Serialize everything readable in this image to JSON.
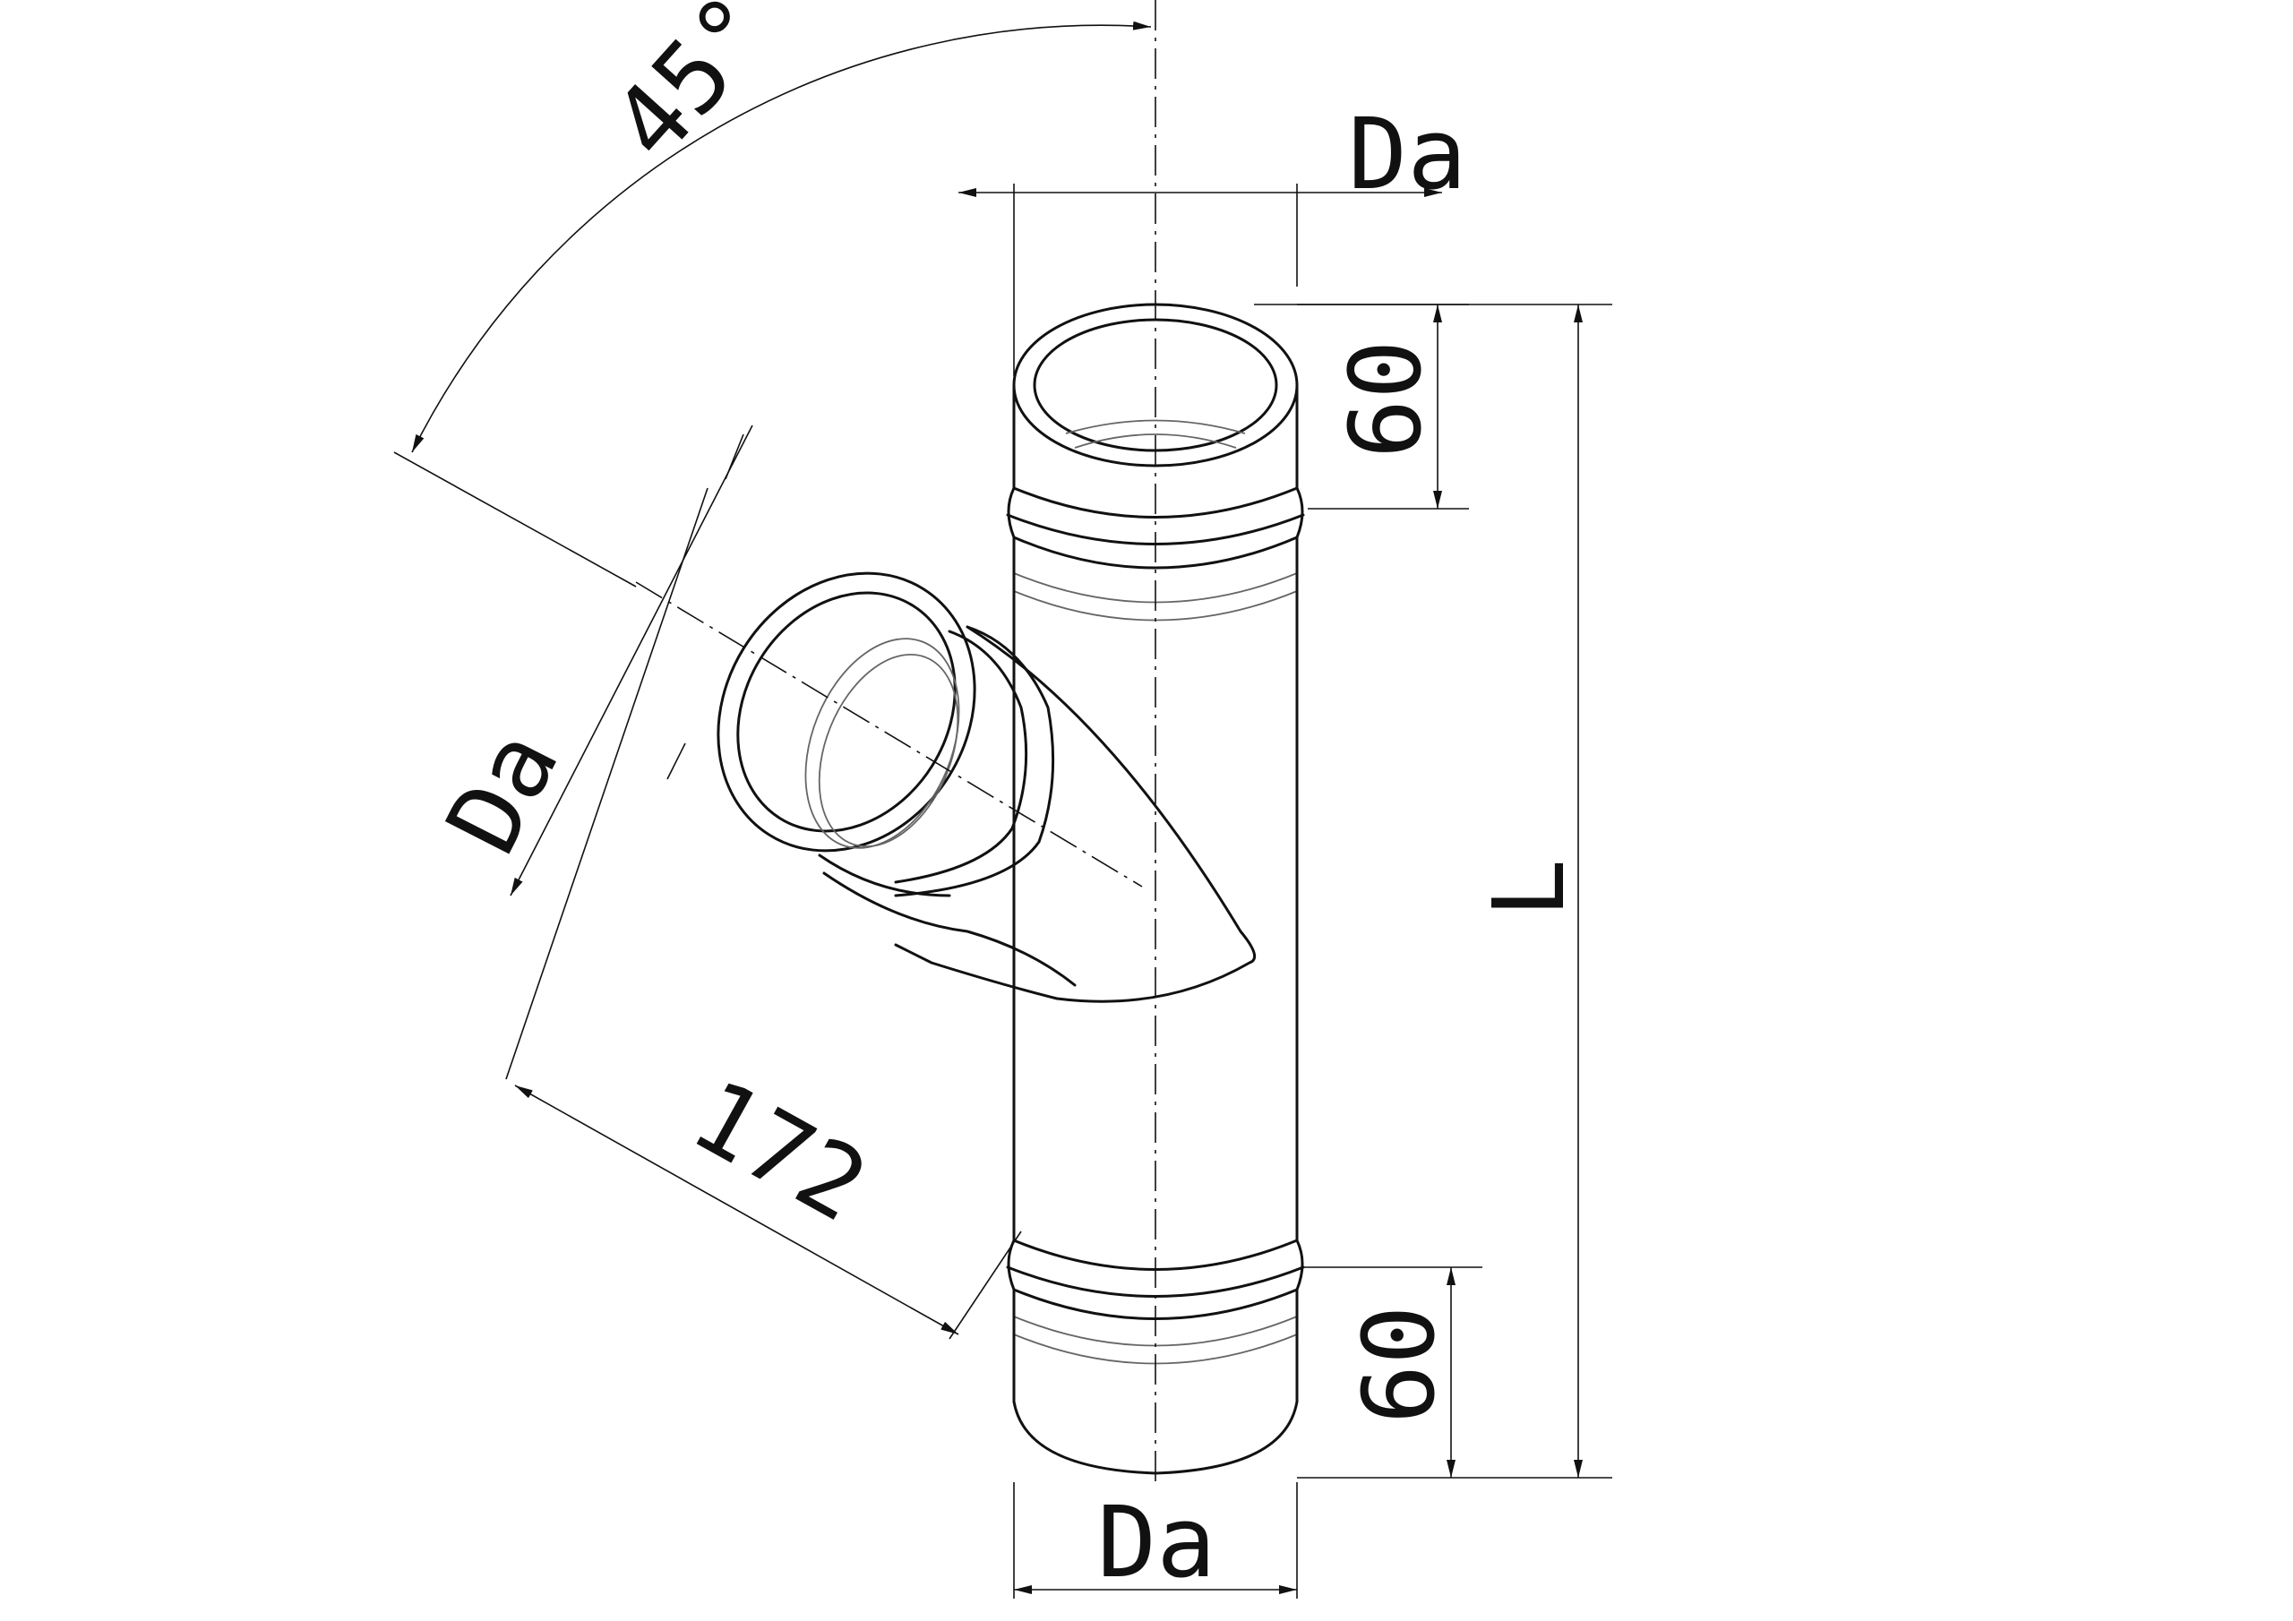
{
  "dimensions": {
    "angle": "45°",
    "top_diameter": "Da",
    "bottom_diameter": "Da",
    "branch_diameter": "Da",
    "top_socket": "60",
    "bottom_socket": "60",
    "branch_length": "172",
    "overall_length": "L"
  }
}
